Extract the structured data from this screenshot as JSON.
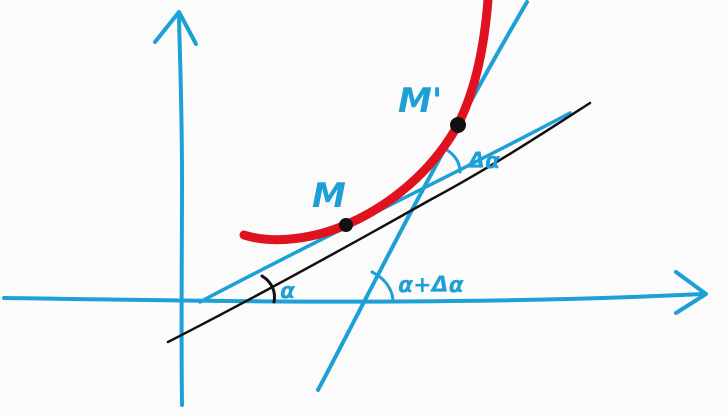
{
  "labels": {
    "point_m": "M",
    "point_m_prime": "M'",
    "angle_alpha": "α",
    "angle_delta_alpha": "Δα",
    "angle_alpha_plus_delta": "α+Δα"
  },
  "colors": {
    "axis": "#1da0d6",
    "curve": "#e0121f",
    "tangent": "#111111",
    "secant": "#1da0d6",
    "point": "#111111"
  }
}
